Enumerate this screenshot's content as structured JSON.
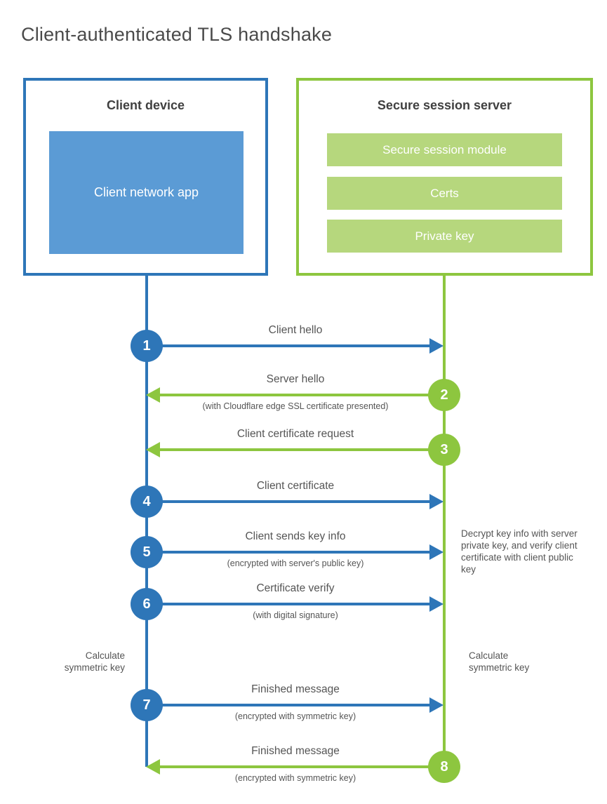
{
  "title": "Client-authenticated TLS handshake",
  "colors": {
    "blue_stroke": "#2e76b8",
    "blue_fill": "#5b9bd5",
    "green_stroke": "#8dc63f",
    "green_fill": "#b6d77d",
    "text": "#555555",
    "heading_text": "#404040"
  },
  "client_box": {
    "title": "Client device",
    "app_label": "Client network app"
  },
  "server_box": {
    "title": "Secure session server",
    "modules": [
      "Secure session module",
      "Certs",
      "Private key"
    ]
  },
  "steps": [
    {
      "num": "1",
      "actor": "client",
      "direction": "right",
      "label": "Client hello",
      "sublabel": ""
    },
    {
      "num": "2",
      "actor": "server",
      "direction": "left",
      "label": "Server hello",
      "sublabel": "(with Cloudflare edge SSL certificate presented)"
    },
    {
      "num": "3",
      "actor": "server",
      "direction": "left",
      "label": "Client certificate request",
      "sublabel": ""
    },
    {
      "num": "4",
      "actor": "client",
      "direction": "right",
      "label": "Client certificate",
      "sublabel": ""
    },
    {
      "num": "5",
      "actor": "client",
      "direction": "right",
      "label": "Client sends key info",
      "sublabel": "(encrypted with server's public key)"
    },
    {
      "num": "6",
      "actor": "client",
      "direction": "right",
      "label": "Certificate verify",
      "sublabel": "(with digital signature)"
    },
    {
      "num": "7",
      "actor": "client",
      "direction": "right",
      "label": "Finished message",
      "sublabel": "(encrypted with symmetric key)"
    },
    {
      "num": "8",
      "actor": "server",
      "direction": "left",
      "label": "Finished message",
      "sublabel": "(encrypted with symmetric key)"
    }
  ],
  "notes": {
    "decrypt": "Decrypt key info with server private key, and verify client certificate with client public key",
    "calc_left": "Calculate symmetric key",
    "calc_right": "Calculate symmetric key"
  }
}
